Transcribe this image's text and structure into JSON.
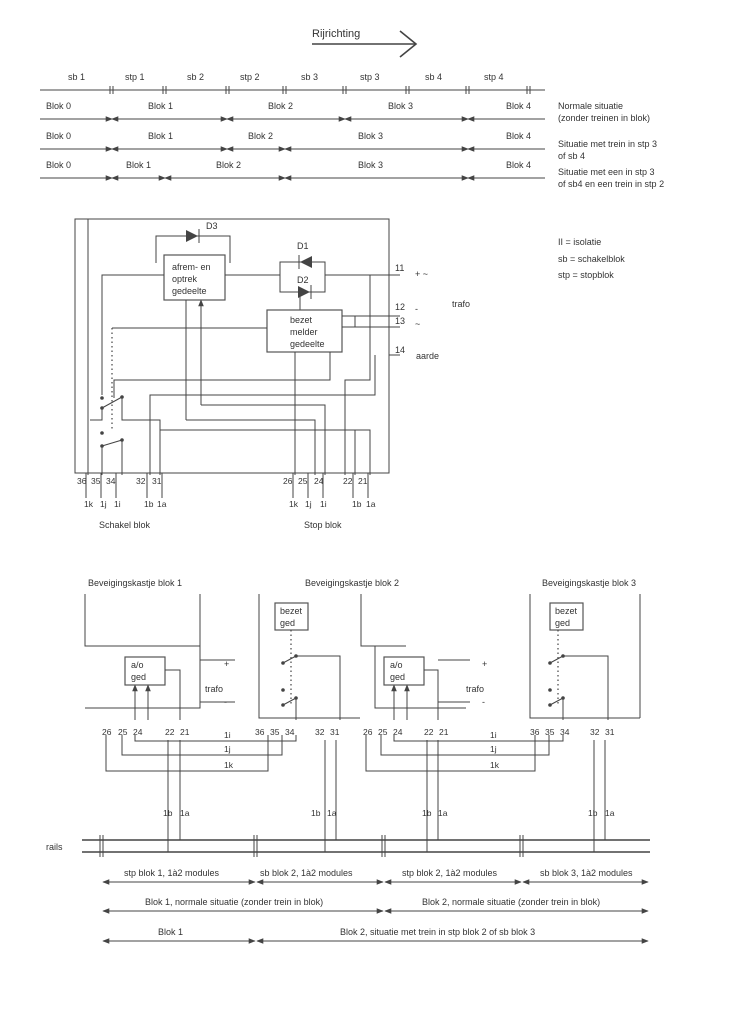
{
  "direction": {
    "label": "Rijrichting"
  },
  "top_segments": [
    "sb 1",
    "stp 1",
    "sb 2",
    "stp 2",
    "sb 3",
    "stp 3",
    "sb 4",
    "stp 4"
  ],
  "situations": [
    {
      "blocks": [
        "Blok 0",
        "Blok 1",
        "Blok 2",
        "Blok 3",
        "Blok 4"
      ],
      "desc_line1": "Normale situatie",
      "desc_line2": "(zonder treinen in blok)"
    },
    {
      "blocks": [
        "Blok 0",
        "Blok 1",
        "Blok 2",
        "Blok 3",
        "Blok 4"
      ],
      "desc_line1": "Situatie met trein in stp 3",
      "desc_line2": "of sb 4"
    },
    {
      "blocks": [
        "Blok 0",
        "Blok 1",
        "Blok 2",
        "Blok 3",
        "Blok 4"
      ],
      "desc_line1": "Situatie met een in stp 3",
      "desc_line2": "of sb4 en een trein in stp 2"
    }
  ],
  "legend": [
    "II = isolatie",
    "sb = schakelblok",
    "stp = stopblok"
  ],
  "circuit": {
    "diode_d3": "D3",
    "diode_d1": "D1",
    "diode_d2": "D2",
    "afrem_line1": "afrem- en",
    "afrem_line2": "optrek",
    "afrem_line3": "gedeelte",
    "bezet_line1": "bezet",
    "bezet_line2": "melder",
    "bezet_line3": "gedeelte",
    "term_11": "11",
    "term_11_sign": "+ ~",
    "term_12": "12",
    "term_12_sign": "-",
    "term_13": "13",
    "term_13_sign": "~",
    "term_14": "14",
    "term_14_label": "aarde",
    "trafo": "trafo",
    "left_pins": [
      "36",
      "35",
      "34",
      "32",
      "31"
    ],
    "left_pin_labels": [
      "1k",
      "1j",
      "1i",
      "1b",
      "1a"
    ],
    "right_pins": [
      "26",
      "25",
      "24",
      "22",
      "21"
    ],
    "right_pin_labels": [
      "1k",
      "1j",
      "1i",
      "1b",
      "1a"
    ],
    "caption_left": "Schakel blok",
    "caption_right": "Stop blok"
  },
  "bottom": {
    "box1_title": "Beveigingskastje blok 1",
    "box2_title": "Beveigingskastje blok 2",
    "box3_title": "Beveigingskastje blok 3",
    "ao_line1": "a/o",
    "ao_line2": "ged",
    "bezet_line1": "bezet",
    "bezet_line2": "ged",
    "plus": "+",
    "minus": "-",
    "trafo": "trafo",
    "stp_pins": [
      "26",
      "25",
      "24",
      "22",
      "21"
    ],
    "sb_pins": [
      "36",
      "35",
      "34",
      "32",
      "31"
    ],
    "wire_1i": "1i",
    "wire_1j": "1j",
    "wire_1k": "1k",
    "label_1b": "1b",
    "label_1a": "1a",
    "rails": "rails",
    "row1": [
      "stp blok 1, 1à2 modules",
      "sb blok 2, 1à2 modules",
      "stp blok 2, 1à2 modules",
      "sb blok 3, 1à2 modules"
    ],
    "row2": [
      "Blok 1, normale situatie (zonder trein in blok)",
      "Blok 2, normale situatie (zonder trein in blok)"
    ],
    "row3": [
      "Blok 1",
      "Blok 2, situatie met trein in stp blok 2 of sb blok 3"
    ]
  }
}
